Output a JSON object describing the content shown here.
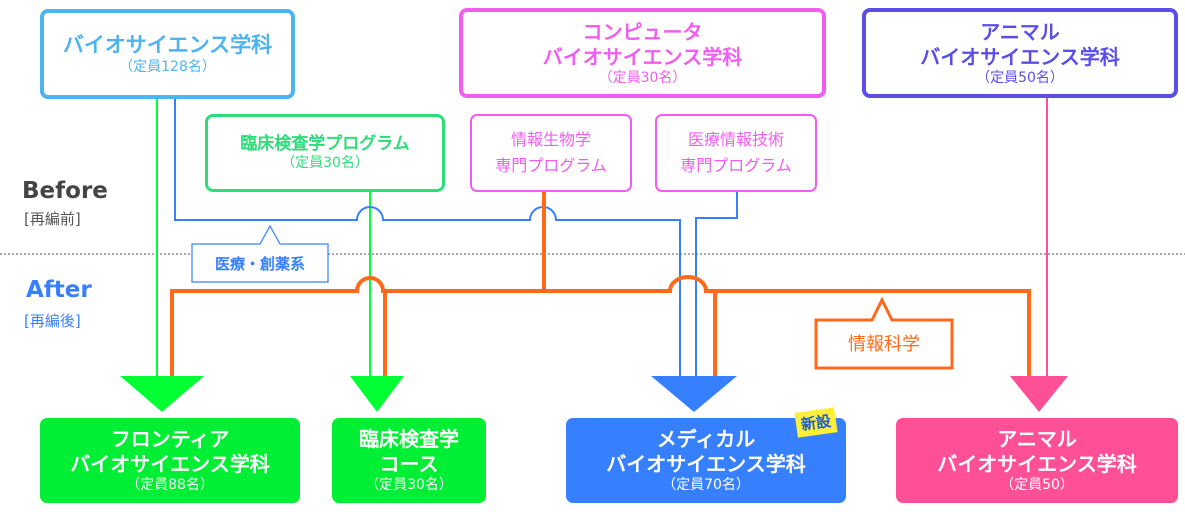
{
  "labels": {
    "before": "Before",
    "before_sub": "[再編前]",
    "after": "After",
    "after_sub": "[再編後]"
  },
  "colors": {
    "bio": "#4db4f0",
    "computer": "#f05df0",
    "animal": "#5a4ee6",
    "clinical": "#2fdc7a",
    "green": "#00ff33",
    "blue": "#3680ff",
    "orange": "#ff6a1a",
    "pink": "#ff4f96",
    "badge": "#ffef3a"
  },
  "before": {
    "bioscience": {
      "title": "バイオサイエンス学科",
      "capacity": "（定員128名）"
    },
    "computer": {
      "title1": "コンピュータ",
      "title2": "バイオサイエンス学科",
      "capacity": "（定員30名）"
    },
    "animal": {
      "title1": "アニマル",
      "title2": "バイオサイエンス学科",
      "capacity": "（定員50名）"
    },
    "clinical_program": {
      "title": "臨床検査学プログラム",
      "capacity": "（定員30名）"
    },
    "bioinformatics_program": {
      "title1": "情報生物学",
      "title2": "専門プログラム"
    },
    "medical_it_program": {
      "title1": "医療情報技術",
      "title2": "専門プログラム"
    }
  },
  "callouts": {
    "medical_drug": "医療・創薬系",
    "informatics": "情報科学"
  },
  "after": {
    "frontier": {
      "title1": "フロンティア",
      "title2": "バイオサイエンス学科",
      "capacity": "（定員88名）"
    },
    "clinical_course": {
      "title1": "臨床検査学",
      "title2": "コース",
      "capacity": "（定員30名）"
    },
    "medical": {
      "title1": "メディカル",
      "title2": "バイオサイエンス学科",
      "capacity": "（定員70名）",
      "badge": "新設"
    },
    "animal": {
      "title1": "アニマル",
      "title2": "バイオサイエンス学科",
      "capacity": "（定員50）"
    }
  }
}
